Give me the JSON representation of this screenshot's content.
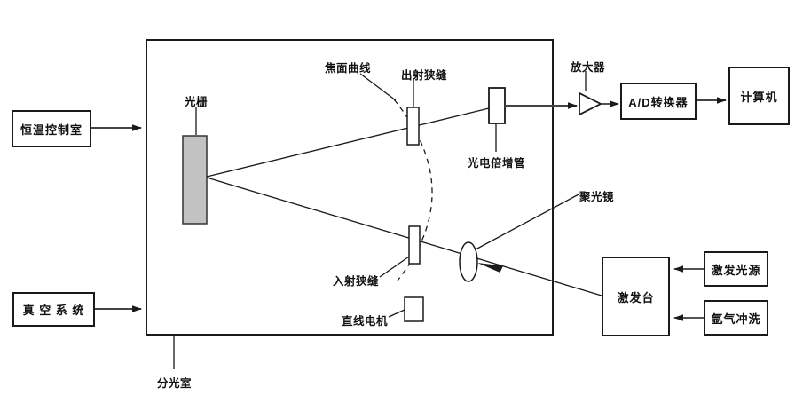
{
  "diagram": {
    "type": "schematic",
    "subject": "spectrometer-optical-path",
    "background": "#ffffff"
  },
  "labels": {
    "thermo": "恒温控制室",
    "vacuum": "真 空 系 统",
    "grating": "光栅",
    "focal_curve": "焦面曲线",
    "exit_slit": "出射狭缝",
    "pmt": "光电倍增管",
    "amplifier": "放大器",
    "adc": "A/D转换器",
    "computer": "计算机",
    "condenser_lens": "聚光镜",
    "entrance_slit": "入射狭缝",
    "linear_motor": "直线电机",
    "excitation_stand": "激发台",
    "excitation_source": "激发光源",
    "argon_purge": "氩气冲洗",
    "chamber": "分光室"
  },
  "colors": {
    "line": "#1a1a1a",
    "grating_fill": "#c2c2c2",
    "arrow": "#333333"
  }
}
